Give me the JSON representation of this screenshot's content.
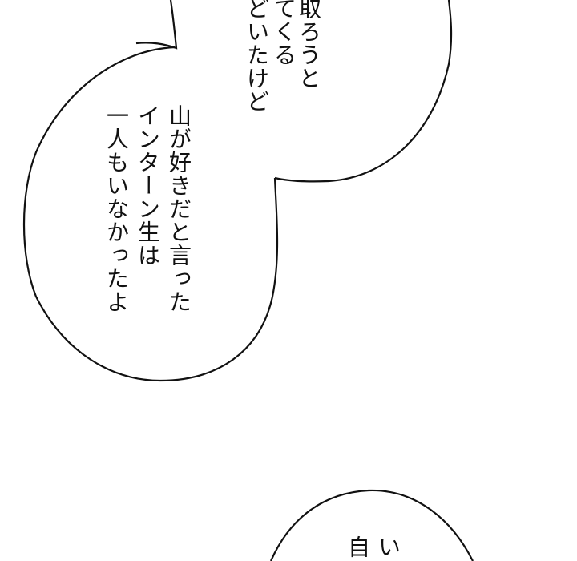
{
  "page": {
    "background": "#ffffff",
    "ink_color": "#111111"
  },
  "bubbles": [
    {
      "id": "upper-right-bubble",
      "columns": [
        "取ろうと",
        "てくる",
        "どいたけど"
      ]
    },
    {
      "id": "left-bubble",
      "columns": [
        "山が好きだと言った",
        "インターン生は",
        "一人もいなかったよ"
      ]
    },
    {
      "id": "bottom-bubble",
      "columns": [
        "自",
        "い"
      ]
    }
  ]
}
